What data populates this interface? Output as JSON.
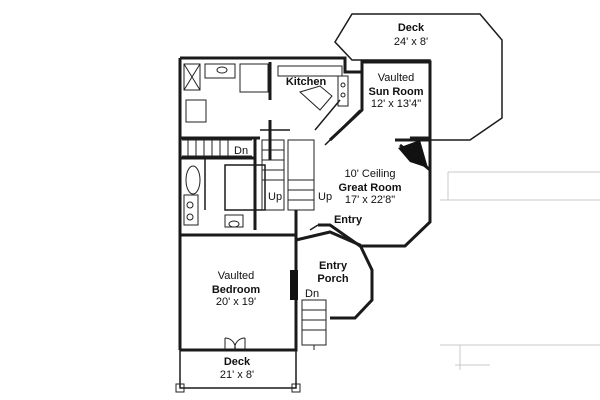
{
  "rooms": {
    "deck_top": {
      "name": "Deck",
      "size": "24' x 8'"
    },
    "sun_room": {
      "qualifier": "Vaulted",
      "name": "Sun Room",
      "size": "12' x 13'4\""
    },
    "kitchen": {
      "name": "Kitchen"
    },
    "great_room": {
      "qualifier": "10' Ceiling",
      "name": "Great Room",
      "size": "17' x 22'8\""
    },
    "entry": {
      "name": "Entry"
    },
    "entry_porch": {
      "name_line1": "Entry",
      "name_line2": "Porch"
    },
    "bedroom": {
      "qualifier": "Vaulted",
      "name": "Bedroom",
      "size": "20' x 19'"
    },
    "deck_bottom": {
      "name": "Deck",
      "size": "21' x 8'"
    }
  },
  "stair_labels": {
    "dn_hall": "Dn",
    "up_left": "Up",
    "up_right": "Up",
    "dn_porch": "Dn"
  }
}
